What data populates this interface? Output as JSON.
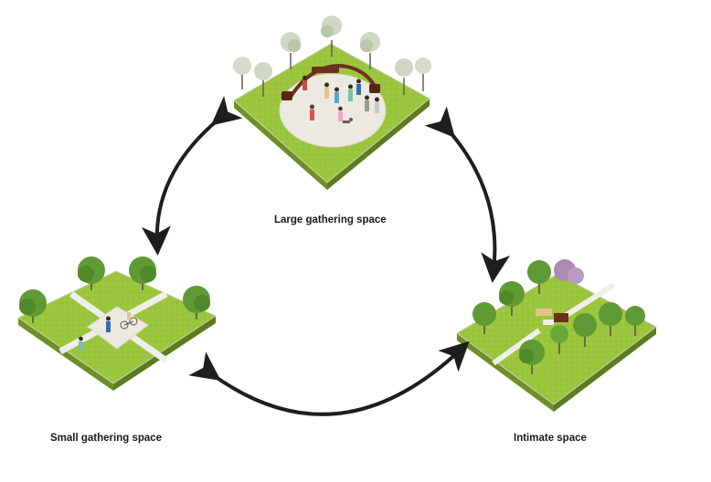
{
  "labels": {
    "large": "Large gathering space",
    "small": "Small gathering space",
    "intimate": "Intimate space"
  },
  "colors": {
    "grass": "#9bc53d",
    "grass_dark": "#86b02e",
    "slab_side": "#6e8f27",
    "slab_edge": "#c9d3b8",
    "plaza": "#ece9e1",
    "path": "#eeeeea",
    "arrow": "#1e1e1e",
    "tree": "#5f9a34",
    "tree_pale": "#cfd8c4",
    "trunk": "#6b5a4a",
    "bench": "#6d2f22"
  },
  "icons": [
    "curved-arrow-icon",
    "tree-icon",
    "person-icon",
    "bench-icon",
    "dog-icon",
    "bicycle-icon"
  ]
}
